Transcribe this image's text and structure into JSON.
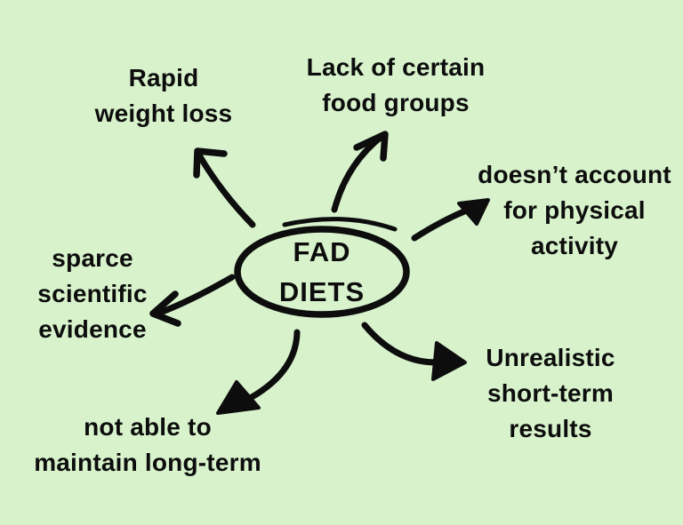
{
  "canvas": {
    "background_color": "#d8f3cc",
    "ink_color": "#0d0d0d"
  },
  "center": {
    "id": "fad-diets",
    "lines": [
      "FAD",
      "DIETS"
    ],
    "text": "FAD DIETS"
  },
  "nodes": [
    {
      "id": "rapid-weight-loss",
      "text": "Rapid weight loss",
      "lines": [
        "Rapid",
        "weight loss"
      ]
    },
    {
      "id": "lack-of-food-groups",
      "text": "Lack of certain food groups",
      "lines": [
        "Lack of certain",
        "food groups"
      ]
    },
    {
      "id": "no-physical-activity",
      "text": "doesn’t account for physical activity",
      "lines": [
        "doesn’t account",
        "for physical",
        "activity"
      ]
    },
    {
      "id": "sparce-evidence",
      "text": "sparce scientific evidence",
      "lines": [
        "sparce",
        "scientific",
        "evidence"
      ]
    },
    {
      "id": "not-maintainable",
      "text": "not able to maintain long-term",
      "lines": [
        "not able to",
        "maintain long-term"
      ]
    },
    {
      "id": "unrealistic-results",
      "text": "Unrealistic short-term results",
      "lines": [
        "Unrealistic",
        "short-term",
        "results"
      ]
    }
  ]
}
